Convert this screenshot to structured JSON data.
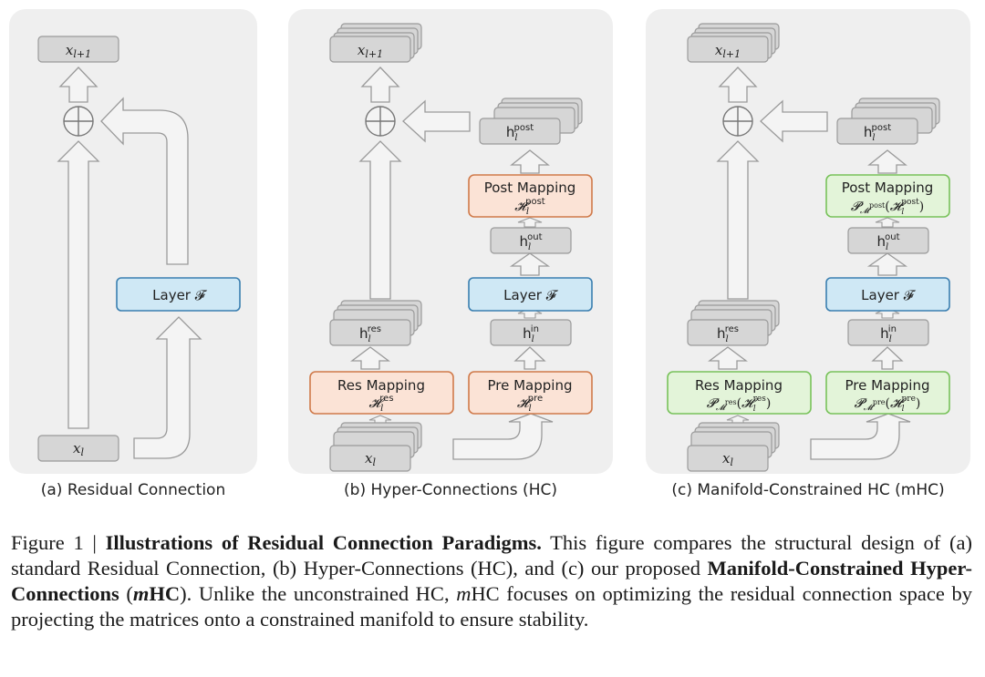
{
  "panels": {
    "a": {
      "caption": "(a) Residual Connection",
      "output_label": "x",
      "output_sub": "l+1",
      "input_label": "x",
      "input_sub": "l",
      "layer_label": "Layer 𝓕"
    },
    "b": {
      "caption": "(b) Hyper-Connections (HC)",
      "output_label": "x",
      "output_sub": "l+1",
      "input_label": "x",
      "input_sub": "l",
      "h_post": {
        "base": "h",
        "sub": "l",
        "sup": "post"
      },
      "post_mapping": {
        "title": "Post Mapping",
        "formula": "𝓗",
        "sub": "l",
        "sup": "post"
      },
      "h_out": {
        "base": "h",
        "sub": "l",
        "sup": "out"
      },
      "layer_label": "Layer 𝓕",
      "h_in": {
        "base": "h",
        "sub": "l",
        "sup": "in"
      },
      "pre_mapping": {
        "title": "Pre Mapping",
        "formula": "𝓗",
        "sub": "l",
        "sup": "pre"
      },
      "h_res": {
        "base": "h",
        "sub": "l",
        "sup": "res"
      },
      "res_mapping": {
        "title": "Res Mapping",
        "formula": "𝓗",
        "sub": "l",
        "sup": "res"
      }
    },
    "c": {
      "caption": "(c) Manifold-Constrained HC (mHC)",
      "output_label": "x",
      "output_sub": "l+1",
      "input_label": "x",
      "input_sub": "l",
      "h_post": {
        "base": "h",
        "sub": "l",
        "sup": "post"
      },
      "post_mapping": {
        "title": "Post Mapping",
        "formula": "𝓟𝓜post(𝓗lpost)"
      },
      "h_out": {
        "base": "h",
        "sub": "l",
        "sup": "out"
      },
      "layer_label": "Layer 𝓕",
      "h_in": {
        "base": "h",
        "sub": "l",
        "sup": "in"
      },
      "pre_mapping": {
        "title": "Pre Mapping",
        "formula": "𝓟𝓜pre(𝓗lpre)"
      },
      "h_res": {
        "base": "h",
        "sub": "l",
        "sup": "res"
      },
      "res_mapping": {
        "title": "Res Mapping",
        "formula": "𝓟𝓜res(𝓗lres)"
      }
    }
  },
  "caption": {
    "prefix": "Figure 1 | ",
    "bold_title": "Illustrations of Residual Connection Paradigms.",
    "text1": " This figure compares the structural design of (a) standard Residual Connection, (b) Hyper-Connections (HC), and (c) our proposed ",
    "bold_mhc": "Manifold-Constrained Hyper-Connections",
    "text2": " (",
    "mhc_m": "m",
    "mhc_hc": "HC",
    "text3": "). Unlike the unconstrained HC, ",
    "text3_m": "m",
    "text4": "HC focuses on optimizing the residual connection space by projecting the matrices onto a constrained manifold to ensure stability."
  },
  "colors": {
    "panel_bg": "#efefef",
    "box_gray": "#d6d6d6",
    "box_gray_stroke": "#9a9a9a",
    "layer_fill": "#cfe8f5",
    "layer_stroke": "#3a7fb0",
    "orange_fill": "#fbe3d6",
    "orange_stroke": "#d07a4a",
    "green_fill": "#e3f4d9",
    "green_stroke": "#78c25a",
    "arrow_fill": "#f4f4f4",
    "arrow_stroke": "#9a9a9a"
  }
}
